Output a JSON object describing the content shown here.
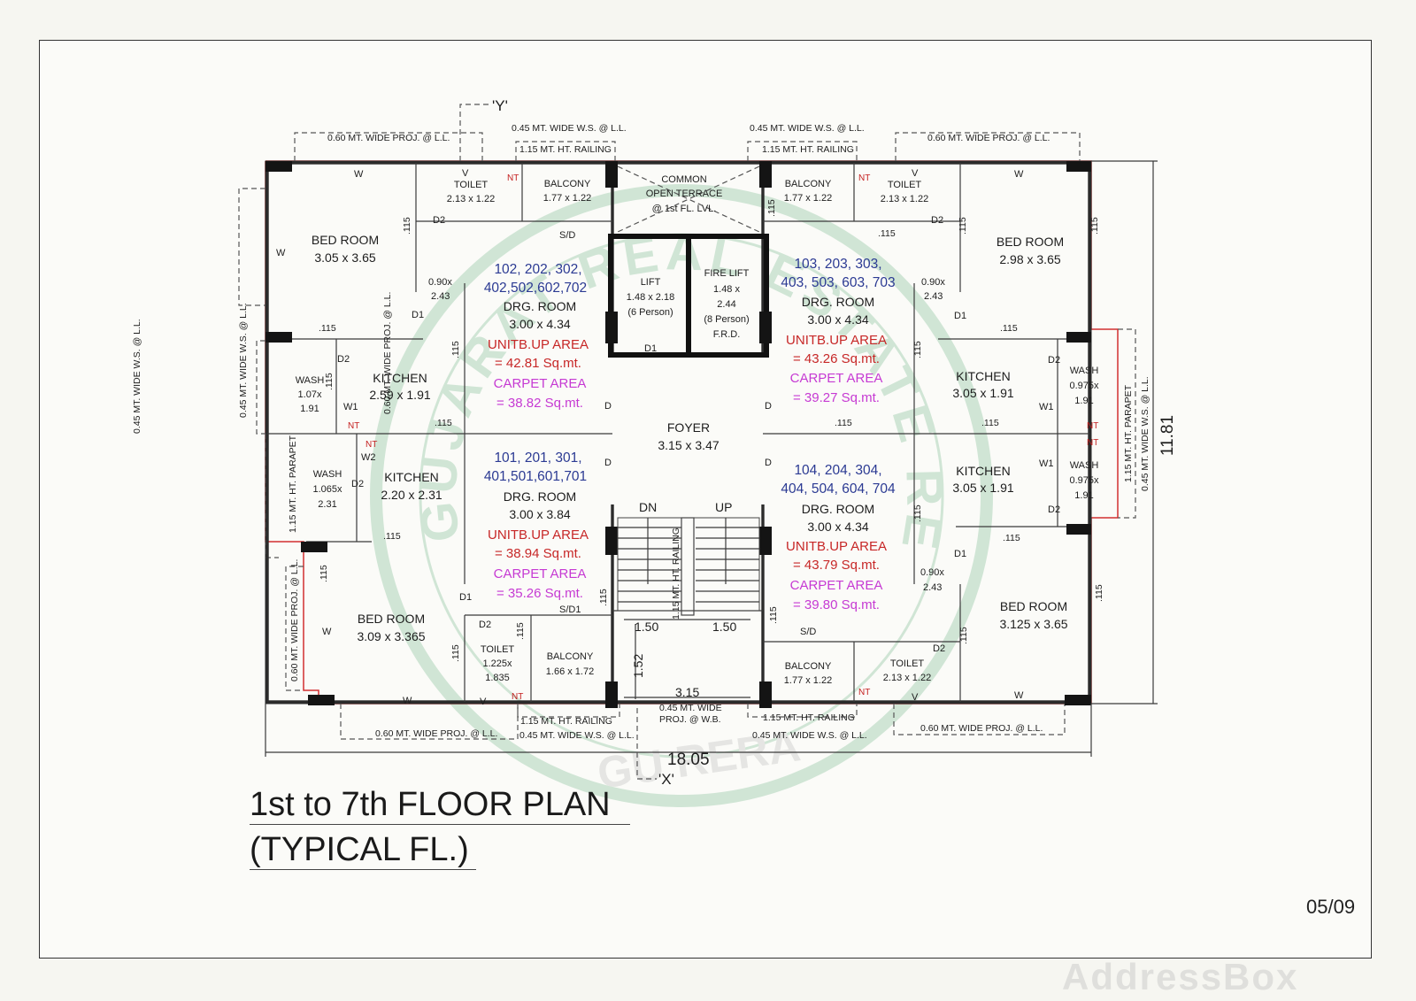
{
  "title": {
    "line1": "1st to 7th FLOOR PLAN",
    "line2": "(TYPICAL FL.)"
  },
  "page_number": "05/09",
  "watermark": "AddressBox",
  "seal": {
    "text_arc": "GUJARAT REAL ESTATE REGULATORY AUTHORITY",
    "bottom": "GU RERA"
  },
  "section_markers": {
    "top": "'Y'",
    "bottom": "'X'"
  },
  "overall_dims": {
    "width": "18.05",
    "height": "11.81"
  },
  "units": [
    {
      "numbers_l1": "102, 202, 302,",
      "numbers_l2": "402,502,602,702",
      "room": "DRG. ROOM",
      "size": "3.00 x 4.34",
      "unitb_label": "UNITB.UP AREA",
      "unitb_value": "= 42.81 Sq.mt.",
      "carpet_label": "CARPET AREA",
      "carpet_value": "= 38.82 Sq.mt."
    },
    {
      "numbers_l1": "103, 203, 303,",
      "numbers_l2": "403, 503, 603, 703",
      "room": "DRG. ROOM",
      "size": "3.00 x 4.34",
      "unitb_label": "UNITB.UP AREA",
      "unitb_value": "= 43.26 Sq.mt.",
      "carpet_label": "CARPET AREA",
      "carpet_value": "= 39.27 Sq.mt."
    },
    {
      "numbers_l1": "101, 201, 301,",
      "numbers_l2": "401,501,601,701",
      "room": "DRG. ROOM",
      "size": "3.00 x 3.84",
      "unitb_label": "UNITB.UP AREA",
      "unitb_value": "= 38.94 Sq.mt.",
      "carpet_label": "CARPET AREA",
      "carpet_value": "= 35.26 Sq.mt."
    },
    {
      "numbers_l1": "104, 204, 304,",
      "numbers_l2": "404, 504, 604, 704",
      "room": "DRG. ROOM",
      "size": "3.00 x 4.34",
      "unitb_label": "UNITB.UP AREA",
      "unitb_value": "= 43.79 Sq.mt.",
      "carpet_label": "CARPET AREA",
      "carpet_value": "= 39.80 Sq.mt."
    }
  ],
  "rooms": {
    "bed_tl": [
      "BED ROOM",
      "3.05 x 3.65"
    ],
    "bed_tr": [
      "BED ROOM",
      "2.98 x 3.65"
    ],
    "bed_bl": [
      "BED ROOM",
      "3.09 x 3.365"
    ],
    "bed_br": [
      "BED ROOM",
      "3.125 x 3.65"
    ],
    "toilet_tl": [
      "TOILET",
      "2.13 x 1.22"
    ],
    "toilet_tr": [
      "TOILET",
      "2.13 x 1.22"
    ],
    "toilet_bl": [
      "TOILET",
      "1.225x",
      "1.835"
    ],
    "toilet_br": [
      "TOILET",
      "2.13 x 1.22"
    ],
    "balcony_tl": [
      "BALCONY",
      "1.77 x 1.22"
    ],
    "balcony_tr": [
      "BALCONY",
      "1.77 x 1.22"
    ],
    "balcony_bl": [
      "BALCONY",
      "1.66 x 1.72"
    ],
    "balcony_br": [
      "BALCONY",
      "1.77 x 1.22"
    ],
    "kitchen_tl": [
      "KITCHEN",
      "2.59 x 1.91"
    ],
    "kitchen_tr": [
      "KITCHEN",
      "3.05 x 1.91"
    ],
    "kitchen_bl": [
      "KITCHEN",
      "2.20 x 2.31"
    ],
    "kitchen_br": [
      "KITCHEN",
      "3.05 x 1.91"
    ],
    "wash_tl": [
      "WASH",
      "1.07x",
      "1.91"
    ],
    "wash_tr": [
      "WASH",
      "0.975x",
      "1.91"
    ],
    "wash_bl": [
      "WASH",
      "1.065x",
      "2.31"
    ],
    "wash_br": [
      "WASH",
      "0.975x",
      "1.91"
    ],
    "terrace": [
      "COMMON",
      "OPEN TERRACE",
      "@ 1st FL. LVL."
    ],
    "lift": [
      "LIFT",
      "1.48 x 2.18",
      "(6 Person)"
    ],
    "fire_lift": [
      "FIRE LIFT",
      "1.48 x",
      "2.44",
      "(8 Person)",
      "F.R.D."
    ],
    "foyer": [
      "FOYER",
      "3.15 x 3.47"
    ]
  },
  "notes": {
    "proj_060": "0.60 MT. WIDE PROJ. @ L.L.",
    "ws_045": "0.45 MT. WIDE W.S. @ L.L.",
    "railing": "1.15 MT. HT. RAILING",
    "parapet": "1.15 MT. HT. PARAPET",
    "ws_side": "0.45 MT. WIDE W.S. @ L.L.",
    "proj_wb_1": "0.45 MT. WIDE",
    "proj_wb_2": "PROJ. @ W.B.",
    "stair_railing": "1.15 MT. HT. RAILING",
    "dn": "DN",
    "up": "UP"
  },
  "dims": {
    "w115": ".115",
    "d090": "0.90x",
    "d243": "2.43",
    "stair_w1": "1.50",
    "stair_w2": "1.50",
    "stair_h": "1.52",
    "stair_total": "3.15"
  },
  "tags": {
    "W": "W",
    "V": "V",
    "D": "D",
    "D1": "D1",
    "D2": "D2",
    "W1": "W1",
    "W2": "W2",
    "SD": "S/D",
    "SD1": "S/D1",
    "NT": "NT"
  }
}
